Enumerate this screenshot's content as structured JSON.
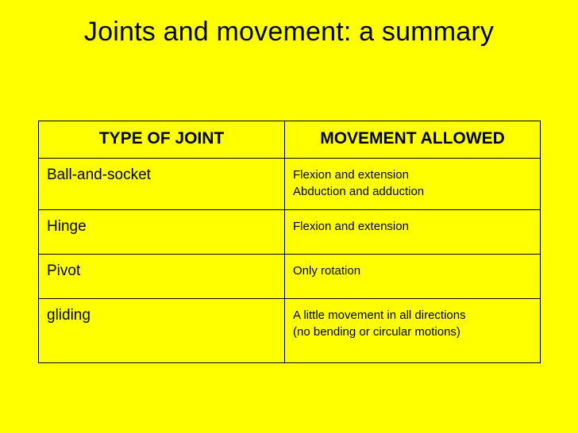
{
  "slide": {
    "title": "Joints and movement: a summary",
    "background_color": "#ffff00",
    "text_color": "#000000"
  },
  "table": {
    "headers": {
      "col1": "TYPE OF JOINT",
      "col2": "MOVEMENT ALLOWED"
    },
    "rows": [
      {
        "joint": "Ball-and-socket",
        "movement_lines": [
          "Flexion and extension",
          "Abduction and adduction"
        ]
      },
      {
        "joint": "Hinge",
        "movement_lines": [
          "Flexion and extension"
        ]
      },
      {
        "joint": "Pivot",
        "movement_lines": [
          "Only rotation"
        ]
      },
      {
        "joint": "gliding",
        "movement_lines": [
          "A little movement in all directions",
          "(no bending or circular motions)"
        ]
      }
    ]
  }
}
